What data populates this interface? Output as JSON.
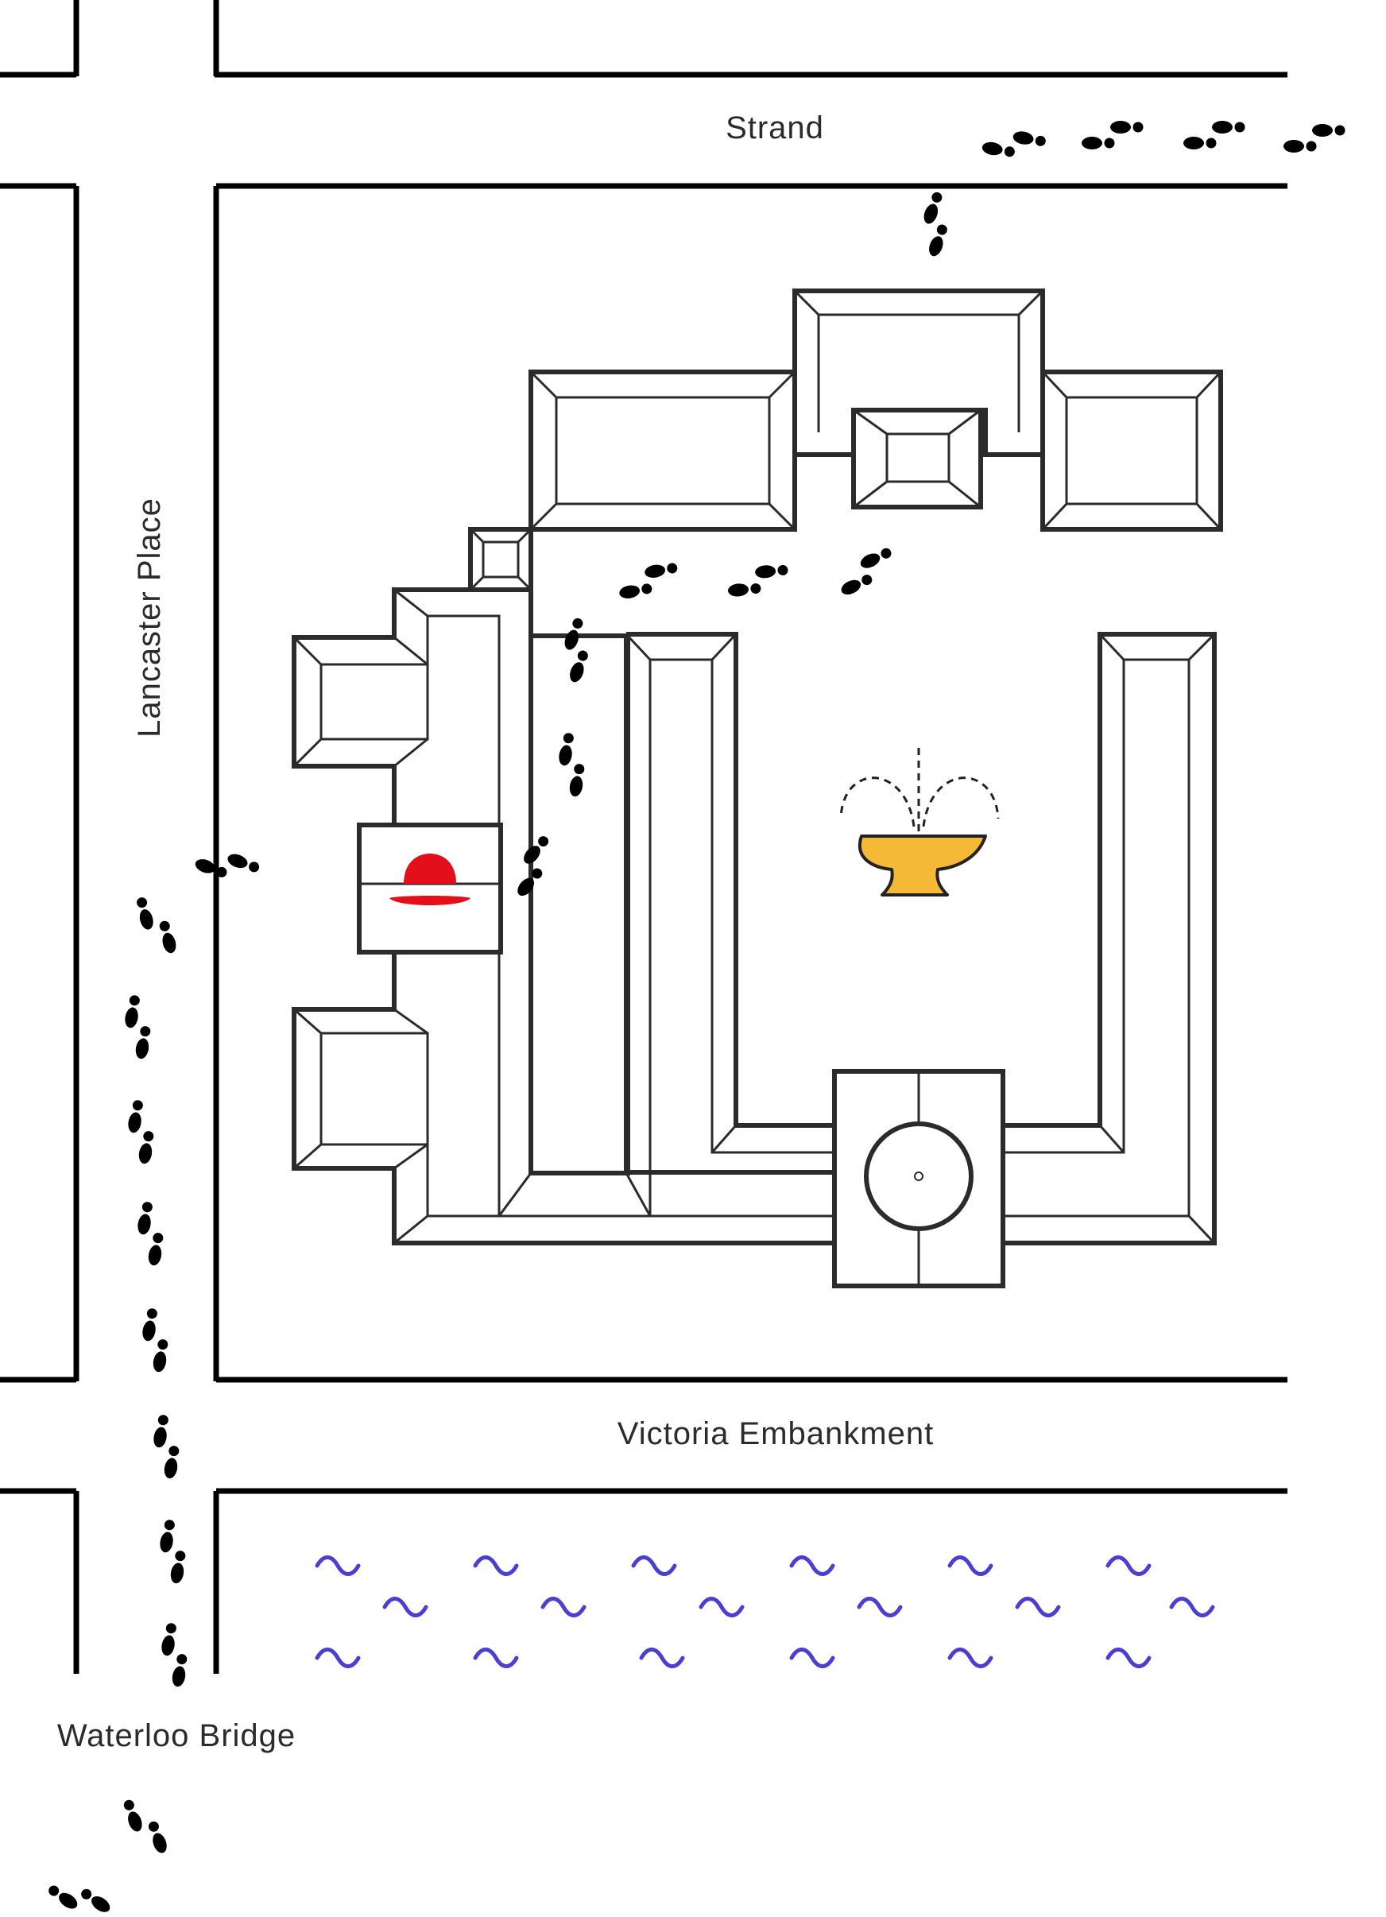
{
  "map": {
    "labels": {
      "strand": "Strand",
      "lancaster_place": "Lancaster Place",
      "victoria_embankment": "Victoria Embankment",
      "waterloo_bridge": "Waterloo Bridge"
    },
    "colors": {
      "outline": "#2b2b2b",
      "footprint": "#000000",
      "hat": "#e3101c",
      "fountain": "#f5b937",
      "water": "#4a3fd1",
      "background": "#ffffff"
    },
    "icons": {
      "hat": "bowler-hat-icon",
      "fountain": "fountain-icon",
      "footprints": "footprints-icon",
      "water": "water-wave-icon"
    }
  }
}
